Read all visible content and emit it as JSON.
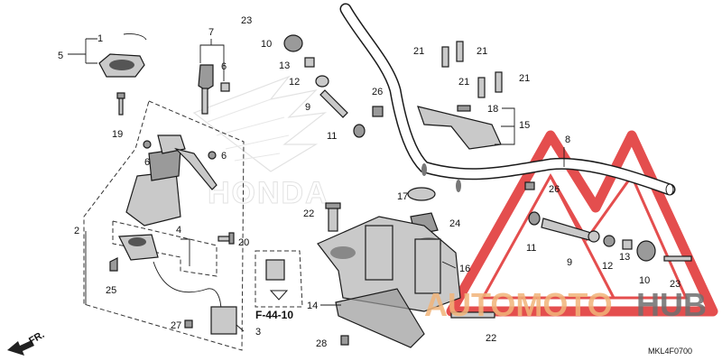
{
  "diagram": {
    "watermark": {
      "brand_part1": "AUTOMOTO",
      "brand_part2": "HUB",
      "background_emblem_text": "HONDA",
      "accent_color": "#e23b3b",
      "brand_color_light": "#f2b57a",
      "brand_color_dark": "#6f6f6f"
    },
    "reference": "F-44-10",
    "front_arrow": "FR.",
    "diagram_code": "MKL4F0700",
    "callouts": {
      "n1": "1",
      "n2": "2",
      "n3": "3",
      "n4": "4",
      "n5": "5",
      "n6a": "6",
      "n6b": "6",
      "n6c": "6",
      "n7": "7",
      "n8": "8",
      "n9a": "9",
      "n9b": "9",
      "n10a": "10",
      "n10b": "10",
      "n11a": "11",
      "n11b": "11",
      "n12a": "12",
      "n12b": "12",
      "n13a": "13",
      "n13b": "13",
      "n14": "14",
      "n15": "15",
      "n16": "16",
      "n17": "17",
      "n18": "18",
      "n19": "19",
      "n20": "20",
      "n21a": "21",
      "n21b": "21",
      "n21c": "21",
      "n21d": "21",
      "n22a": "22",
      "n22b": "22",
      "n23a": "23",
      "n23b": "23",
      "n24": "24",
      "n25": "25",
      "n26a": "26",
      "n26b": "26",
      "n27": "27",
      "n28": "28"
    }
  }
}
